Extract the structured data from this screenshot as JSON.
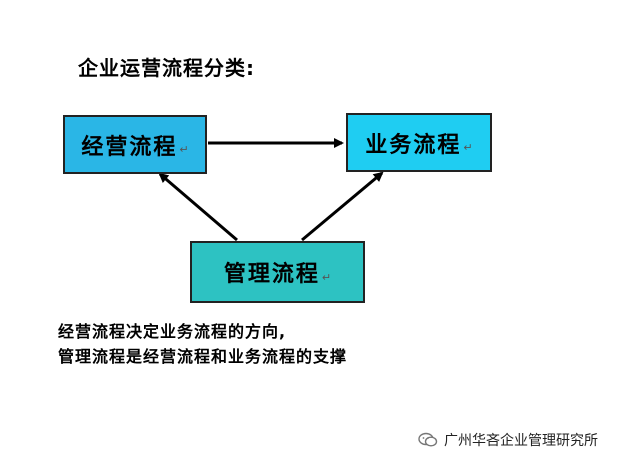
{
  "title": "企业运营流程分类:",
  "boxes": {
    "operations": {
      "label": "经营流程",
      "mark": "↵"
    },
    "business": {
      "label": "业务流程",
      "mark": "↵"
    },
    "management": {
      "label": "管理流程",
      "mark": "↵"
    }
  },
  "description": {
    "line1": "经营流程决定业务流程的方向,",
    "line2": "管理流程是经营流程和业务流程的支撑"
  },
  "watermark": {
    "icon": "wechat-icon",
    "text": "广州华吝企业管理研究所"
  },
  "colors": {
    "operations_box": "#2ab6e6",
    "business_box": "#1fcdf2",
    "management_box": "#2dc2c2",
    "arrow": "#000000"
  }
}
